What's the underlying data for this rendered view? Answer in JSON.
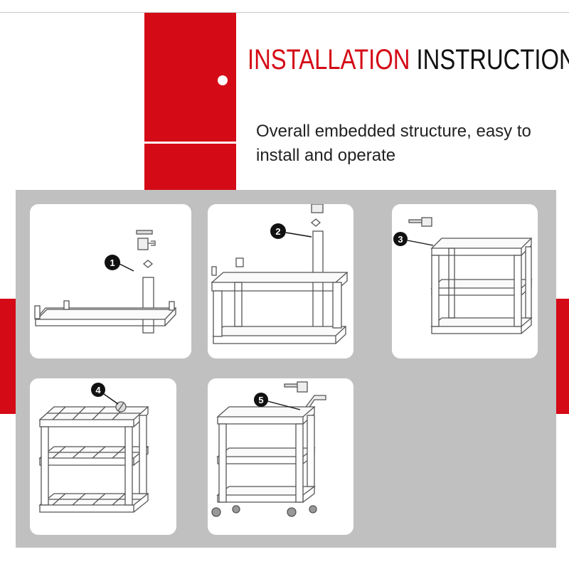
{
  "header": {
    "title_red": "INSTALLATION",
    "title_black": "INSTRUCTIONS",
    "subtitle_line1": "Overall embedded structure, easy to",
    "subtitle_line2": "install and operate"
  },
  "steps": [
    {
      "number": "1",
      "icon": "base-with-post-and-hammer"
    },
    {
      "number": "2",
      "icon": "two-shelves-insert-post"
    },
    {
      "number": "3",
      "icon": "three-shelves-assembled"
    },
    {
      "number": "4",
      "icon": "shelves-with-screw"
    },
    {
      "number": "5",
      "icon": "cart-with-handle-and-wheels"
    }
  ],
  "colors": {
    "accent_red": "#d40a16",
    "panel_gray": "#c0c0c0",
    "card_white": "#ffffff"
  }
}
